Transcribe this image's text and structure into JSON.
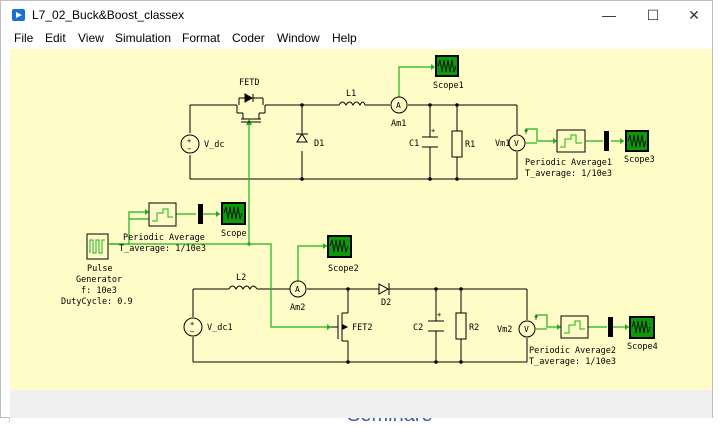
{
  "window": {
    "title": "L7_02_Buck&Boost_classex",
    "minimize_glyph": "—",
    "maximize_glyph": "☐",
    "close_glyph": "✕",
    "app_icon": "play-icon"
  },
  "menu": [
    "File",
    "Edit",
    "View",
    "Simulation",
    "Format",
    "Coder",
    "Window",
    "Help"
  ],
  "background": {
    "footer_text": "Seminare"
  },
  "labels": {
    "fetd": "FETD",
    "l1": "L1",
    "scope1": "Scope1",
    "am1": "Am1",
    "vdc": "V_dc",
    "d1": "D1",
    "c1": "C1",
    "r1": "R1",
    "vm1": "Vm1",
    "pa1_name": "Periodic Average1",
    "pa1_param": "T_average: 1/10e3",
    "scope3": "Scope3",
    "pa_name": "Periodic Average",
    "pa_param": "T_average: 1/10e3",
    "scope": "Scope",
    "pg_name1": "Pulse",
    "pg_name2": "Generator",
    "pg_f": "f: 10e3",
    "pg_duty": "DutyCycle: 0.9",
    "l2": "L2",
    "scope2": "Scope2",
    "am2": "Am2",
    "d2": "D2",
    "vdc1": "V_dc1",
    "fet2": "FET2",
    "c2": "C2",
    "r2": "R2",
    "vm2": "Vm2",
    "pa2_name": "Periodic Average2",
    "pa2_param": "T_average: 1/10e3",
    "scope4": "Scope4",
    "ammeter_symbol": "A",
    "voltmeter_symbol": "V",
    "plus": "+",
    "minus": "−"
  },
  "colors": {
    "wire": "#000000",
    "signal": "#19b419",
    "canvas": "#fffcc8",
    "scope": "#0a9a0a"
  }
}
